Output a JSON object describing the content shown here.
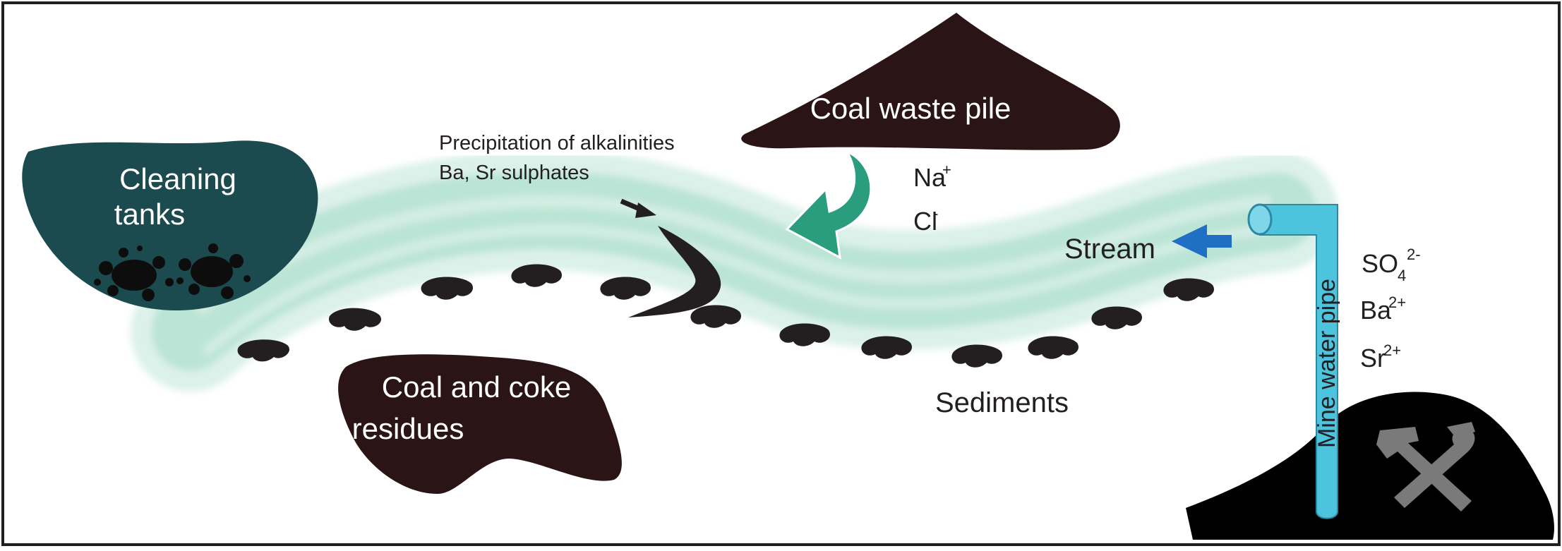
{
  "labels": {
    "cleaning_tanks_1": "Cleaning",
    "cleaning_tanks_2": "tanks",
    "coal_waste_pile": "Coal waste pile",
    "coal_coke_1": "Coal and coke",
    "coal_coke_2": "residues",
    "precipitation_1": "Precipitation of alkalinities",
    "precipitation_2": "Ba, Sr sulphates",
    "stream": "Stream",
    "sediments": "Sediments",
    "mine_water_pipe": "Mine water pipe"
  },
  "ions": {
    "na": "Na",
    "na_charge": "+",
    "cl": "Cl",
    "cl_charge": "-",
    "so4": "SO",
    "so4_sub": "4",
    "so4_charge": "2-",
    "ba": "Ba",
    "ba_charge": "2+",
    "sr": "Sr",
    "sr_charge": "2+"
  },
  "colors": {
    "frame": "#231f20",
    "tank": "#1b4b4f",
    "waste": "#2a1416",
    "stream": "#a9dccb",
    "arrow_green": "#2a9d7e",
    "pipe": "#4ec3dd",
    "arrow_blue": "#1f6fc5",
    "mine_heap": "#000000",
    "tool_icon": "#7a7a7a"
  },
  "icons": [
    "hammer-and-pick-icon"
  ]
}
